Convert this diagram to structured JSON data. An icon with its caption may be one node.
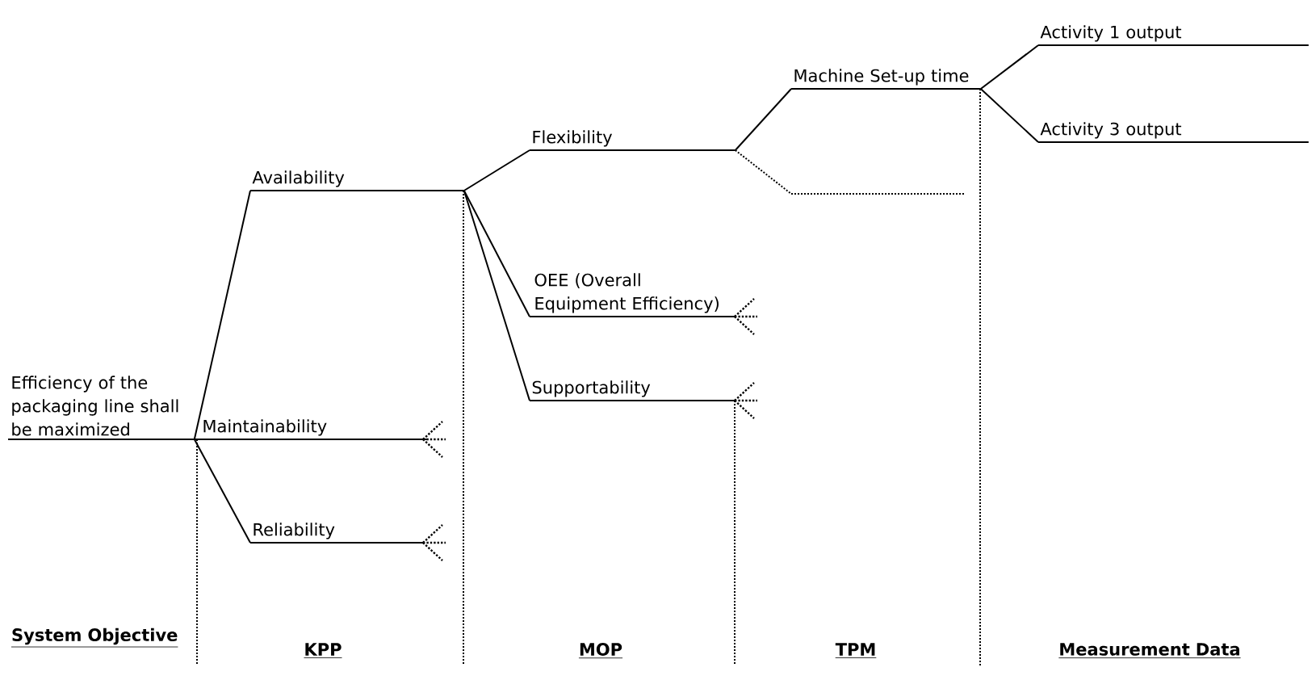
{
  "diagram": {
    "nodes": [
      {
        "text": [
          "Efficiency of the packaging line shall be maximized"
        ]
      },
      {
        "text": [
          "Availability"
        ]
      },
      {
        "text": [
          "Maintainability"
        ]
      },
      {
        "text": [
          "Reliability"
        ]
      },
      {
        "text": [
          "Flexibility"
        ]
      },
      {
        "text": [
          "OEE (Overall Equipment Efficiency)"
        ]
      },
      {
        "text": [
          "Supportability"
        ]
      },
      {
        "text": [
          "Machine Set-up time"
        ]
      },
      {
        "text": [],
        "shape": "line"
      },
      {
        "text": [
          "Activity 1 output"
        ]
      },
      {
        "text": [
          "Activity 3 output"
        ]
      }
    ],
    "edges": [
      {
        "from": 0,
        "to": 1,
        "arrow": "none"
      },
      {
        "from": 0,
        "to": 2,
        "arrow": "none"
      },
      {
        "from": 0,
        "to": 3,
        "arrow": "none"
      },
      {
        "from": 1,
        "to": 4,
        "arrow": "none"
      },
      {
        "from": 1,
        "to": 5,
        "arrow": "none"
      },
      {
        "from": 1,
        "to": 6,
        "arrow": "none"
      },
      {
        "from": 4,
        "to": 7,
        "arrow": "none"
      },
      {
        "from": 4,
        "to": 8,
        "arrow": "none",
        "style": "dashed"
      },
      {
        "from": 7,
        "to": 9,
        "arrow": "none"
      },
      {
        "from": 7,
        "to": 10,
        "arrow": "none"
      }
    ],
    "labels": [
      "System Objective",
      "KPP",
      "MOP",
      "TPM",
      "Measurement Data"
    ]
  }
}
